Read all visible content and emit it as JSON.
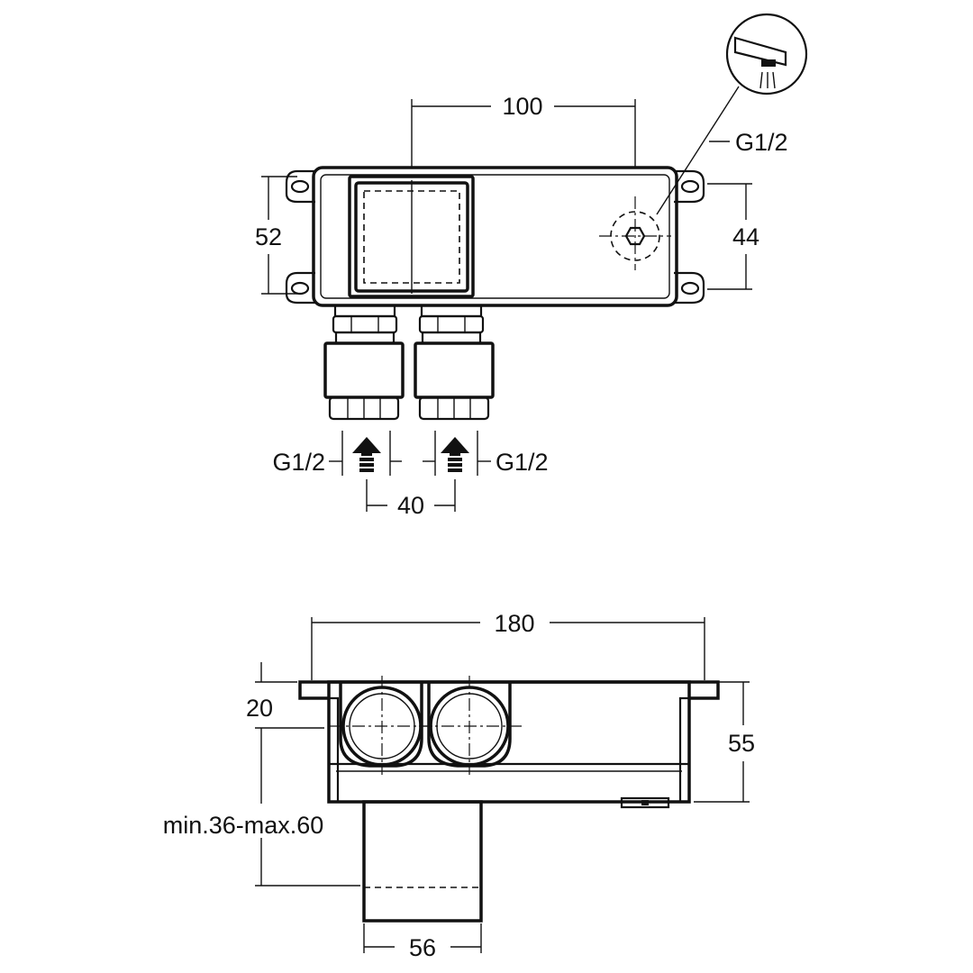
{
  "dimensions": {
    "top_width": "100",
    "left_height": "52",
    "right_height": "44",
    "outlet_thread": "G1/2",
    "inlet_thread_left": "G1/2",
    "inlet_thread_right": "G1/2",
    "inlet_spacing": "40",
    "overall_width": "180",
    "flange_offset": "20",
    "overall_depth": "55",
    "installation_depth": "min.36-max.60",
    "sleeve_width": "56"
  }
}
